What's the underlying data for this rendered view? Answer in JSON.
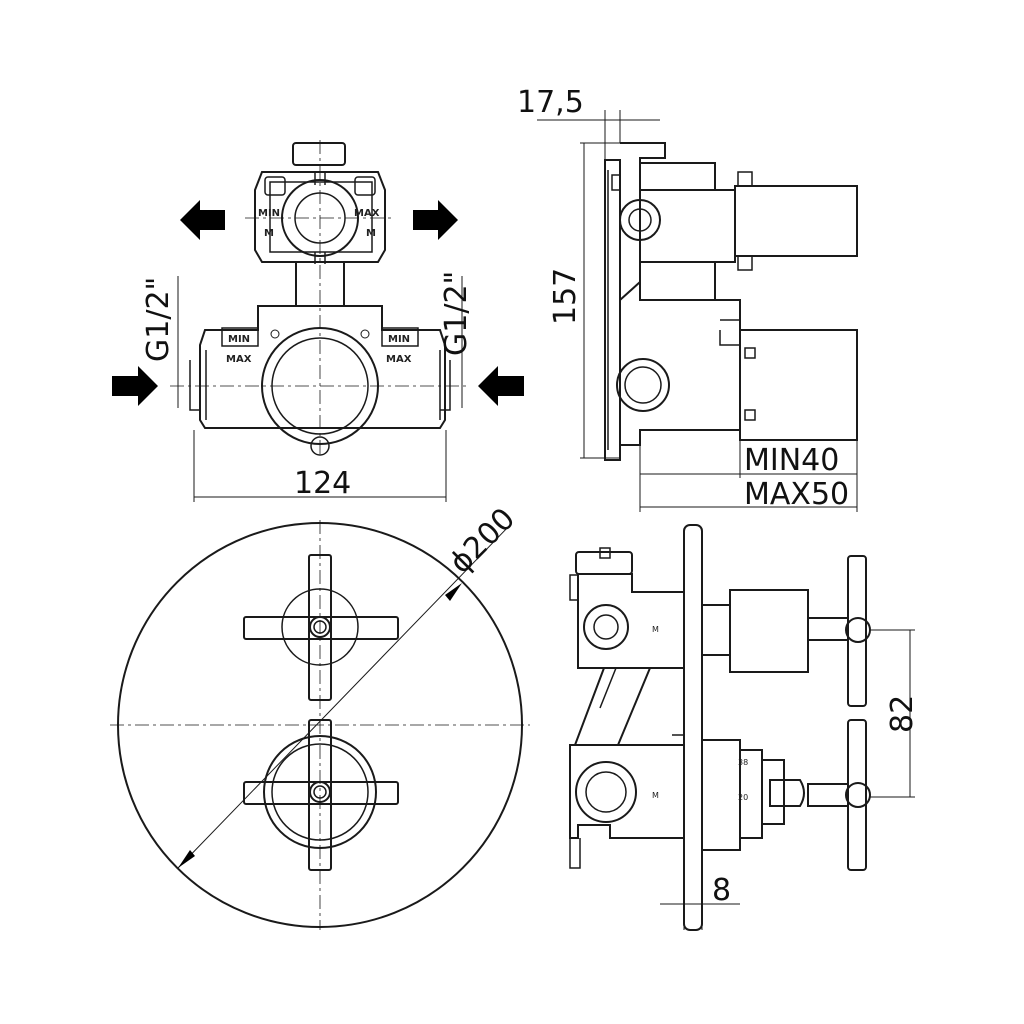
{
  "dimensions": {
    "width_body": "124",
    "depth_flange": "17,5",
    "height_body": "157",
    "depth_min": "MIN40",
    "depth_max": "MAX50",
    "plate_diameter": "ϕ200",
    "handle_spacing": "82",
    "plate_thickness": "8"
  },
  "connections": {
    "left_inlet": "G1/2\"",
    "right_inlet": "G1/2\""
  },
  "body_markings": {
    "min": "MIN",
    "max": "MAX",
    "m": "M"
  },
  "scale_marks": {
    "top": "38",
    "bottom": "20",
    "side": "M"
  },
  "icons": {
    "inlet_arrow": "inlet-arrow-icon",
    "outlet_arrow": "outlet-arrow-icon"
  }
}
